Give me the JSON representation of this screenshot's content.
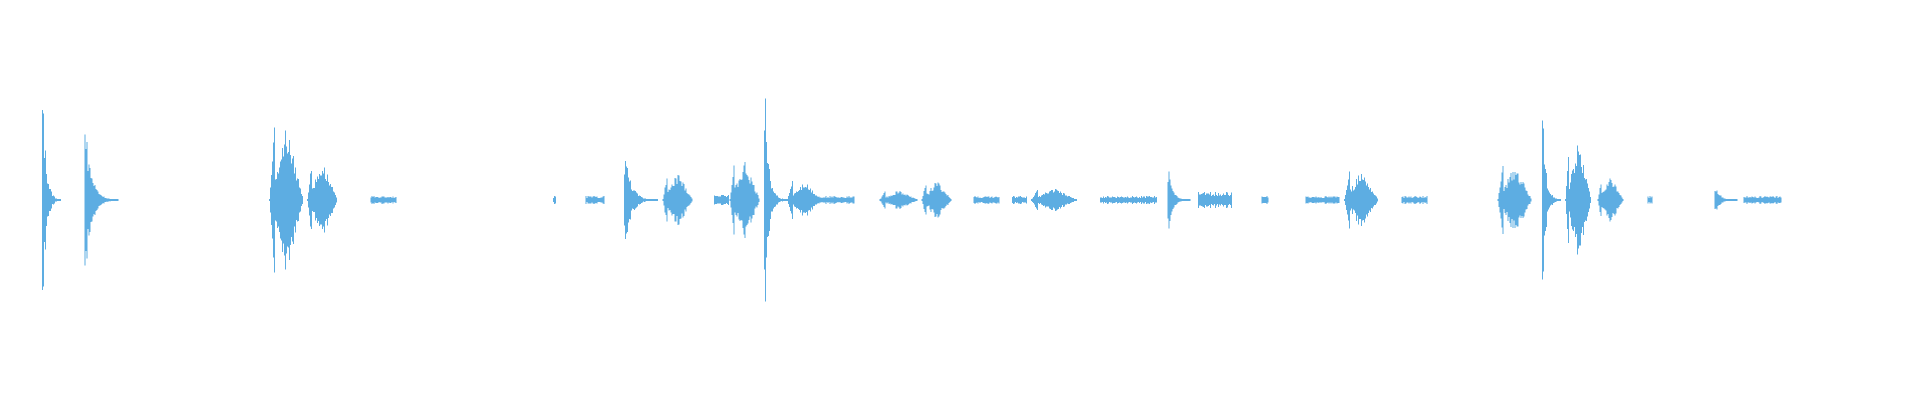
{
  "waveform": {
    "color": "#5dade2",
    "background": "#ffffff",
    "bursts": [
      {
        "t": 0.022,
        "w": 0.01,
        "a": 0.62,
        "shape": "spike"
      },
      {
        "t": 0.044,
        "w": 0.018,
        "a": 0.42,
        "shape": "spike"
      },
      {
        "t": 0.14,
        "w": 0.018,
        "a": 0.38,
        "shape": "diamond"
      },
      {
        "t": 0.16,
        "w": 0.016,
        "a": 0.2,
        "shape": "diamond"
      },
      {
        "t": 0.193,
        "w": 0.014,
        "a": 0.02,
        "shape": "line"
      },
      {
        "t": 0.288,
        "w": 0.002,
        "a": 0.02,
        "shape": "line"
      },
      {
        "t": 0.305,
        "w": 0.01,
        "a": 0.02,
        "shape": "line"
      },
      {
        "t": 0.325,
        "w": 0.018,
        "a": 0.28,
        "shape": "spike"
      },
      {
        "t": 0.345,
        "w": 0.016,
        "a": 0.14,
        "shape": "diamond"
      },
      {
        "t": 0.372,
        "w": 0.008,
        "a": 0.03,
        "shape": "line"
      },
      {
        "t": 0.38,
        "w": 0.016,
        "a": 0.2,
        "shape": "diamond"
      },
      {
        "t": 0.398,
        "w": 0.012,
        "a": 0.52,
        "shape": "spike"
      },
      {
        "t": 0.41,
        "w": 0.018,
        "a": 0.1,
        "shape": "diamond"
      },
      {
        "t": 0.42,
        "w": 0.025,
        "a": 0.02,
        "shape": "line"
      },
      {
        "t": 0.458,
        "w": 0.02,
        "a": 0.05,
        "shape": "diamond"
      },
      {
        "t": 0.48,
        "w": 0.016,
        "a": 0.1,
        "shape": "diamond"
      },
      {
        "t": 0.507,
        "w": 0.014,
        "a": 0.02,
        "shape": "line"
      },
      {
        "t": 0.527,
        "w": 0.008,
        "a": 0.02,
        "shape": "line"
      },
      {
        "t": 0.537,
        "w": 0.024,
        "a": 0.06,
        "shape": "diamond"
      },
      {
        "t": 0.573,
        "w": 0.03,
        "a": 0.02,
        "shape": "line"
      },
      {
        "t": 0.608,
        "w": 0.012,
        "a": 0.18,
        "shape": "spike"
      },
      {
        "t": 0.624,
        "w": 0.018,
        "a": 0.04,
        "shape": "line"
      },
      {
        "t": 0.657,
        "w": 0.004,
        "a": 0.02,
        "shape": "line"
      },
      {
        "t": 0.68,
        "w": 0.018,
        "a": 0.02,
        "shape": "line"
      },
      {
        "t": 0.7,
        "w": 0.018,
        "a": 0.15,
        "shape": "diamond"
      },
      {
        "t": 0.73,
        "w": 0.014,
        "a": 0.02,
        "shape": "line"
      },
      {
        "t": 0.78,
        "w": 0.018,
        "a": 0.18,
        "shape": "diamond"
      },
      {
        "t": 0.803,
        "w": 0.01,
        "a": 0.45,
        "shape": "spike"
      },
      {
        "t": 0.815,
        "w": 0.014,
        "a": 0.3,
        "shape": "diamond"
      },
      {
        "t": 0.832,
        "w": 0.014,
        "a": 0.12,
        "shape": "diamond"
      },
      {
        "t": 0.858,
        "w": 0.003,
        "a": 0.02,
        "shape": "line"
      },
      {
        "t": 0.893,
        "w": 0.012,
        "a": 0.1,
        "shape": "spike"
      },
      {
        "t": 0.908,
        "w": 0.02,
        "a": 0.02,
        "shape": "line"
      }
    ]
  }
}
